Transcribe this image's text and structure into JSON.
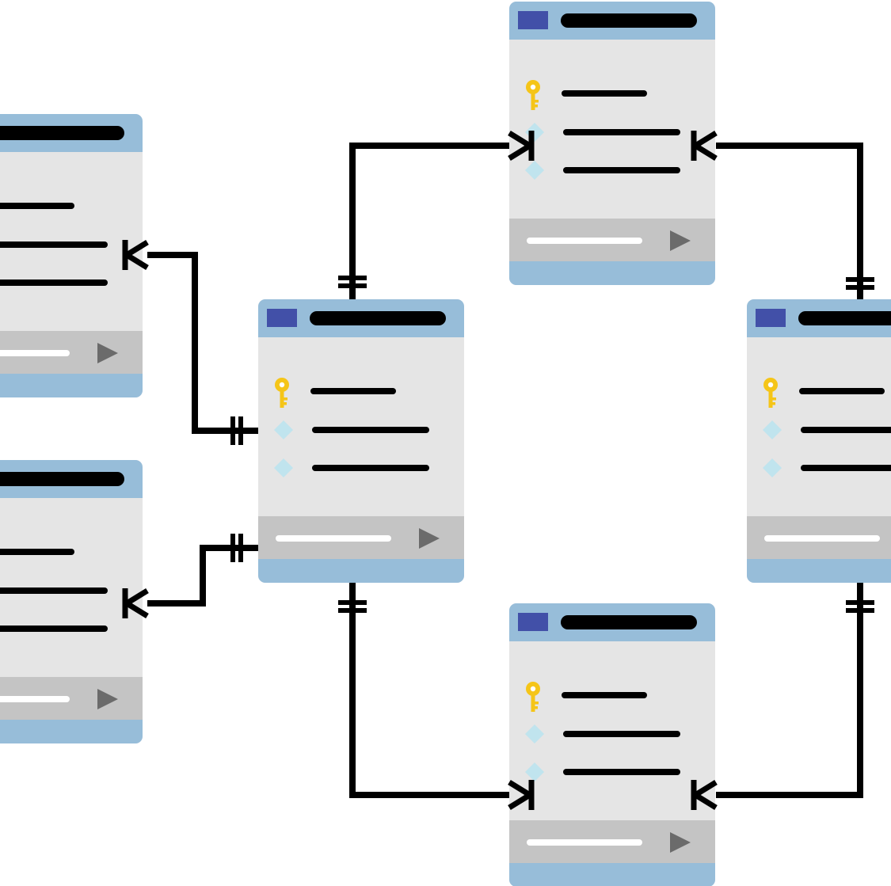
{
  "diagram": {
    "kind": "entity-relationship",
    "colors": {
      "background": "#ffffff",
      "table_header": "#97bdd9",
      "table_body": "#e5e5e5",
      "table_footer_bar": "#c4c4c4",
      "table_bottom": "#97bdd9",
      "title_swatch": "#4250a8",
      "text_bar": "#000000",
      "footer_line": "#ffffff",
      "play_triangle": "#6b6b6b",
      "key_icon": "#f5c518",
      "diamond_icon": "#c0e4ee",
      "connector": "#000000"
    },
    "tables": [
      {
        "id": "table-left-upper",
        "has_title_swatch": false,
        "field_icons": [
          "none",
          "none",
          "none"
        ]
      },
      {
        "id": "table-left-lower",
        "has_title_swatch": false,
        "field_icons": [
          "none",
          "none",
          "none"
        ]
      },
      {
        "id": "table-center",
        "has_title_swatch": true,
        "field_icons": [
          "key-icon",
          "diamond-icon",
          "diamond-icon"
        ]
      },
      {
        "id": "table-top",
        "has_title_swatch": true,
        "field_icons": [
          "key-icon",
          "diamond-icon",
          "diamond-icon"
        ]
      },
      {
        "id": "table-bottom",
        "has_title_swatch": true,
        "field_icons": [
          "key-icon",
          "diamond-icon",
          "diamond-icon"
        ]
      },
      {
        "id": "table-right",
        "has_title_swatch": true,
        "field_icons": [
          "key-icon",
          "diamond-icon",
          "diamond-icon"
        ]
      }
    ],
    "relationships": [
      {
        "id": "rel-left-upper-center",
        "from": "table-left-upper",
        "from_end": "one-or-many",
        "to": "table-center",
        "to_end": "one-and-only-one"
      },
      {
        "id": "rel-left-lower-center",
        "from": "table-left-lower",
        "from_end": "one-or-many",
        "to": "table-center",
        "to_end": "one-and-only-one"
      },
      {
        "id": "rel-center-top",
        "from": "table-center",
        "from_end": "one-and-only-one",
        "to": "table-top",
        "to_end": "one-or-many"
      },
      {
        "id": "rel-center-bottom",
        "from": "table-center",
        "from_end": "one-and-only-one",
        "to": "table-bottom",
        "to_end": "one-or-many"
      },
      {
        "id": "rel-top-right",
        "from": "table-top",
        "from_end": "one-or-many",
        "to": "table-right",
        "to_end": "one-and-only-one"
      },
      {
        "id": "rel-bottom-right",
        "from": "table-bottom",
        "from_end": "one-or-many",
        "to": "table-right",
        "to_end": "one-and-only-one"
      }
    ]
  }
}
